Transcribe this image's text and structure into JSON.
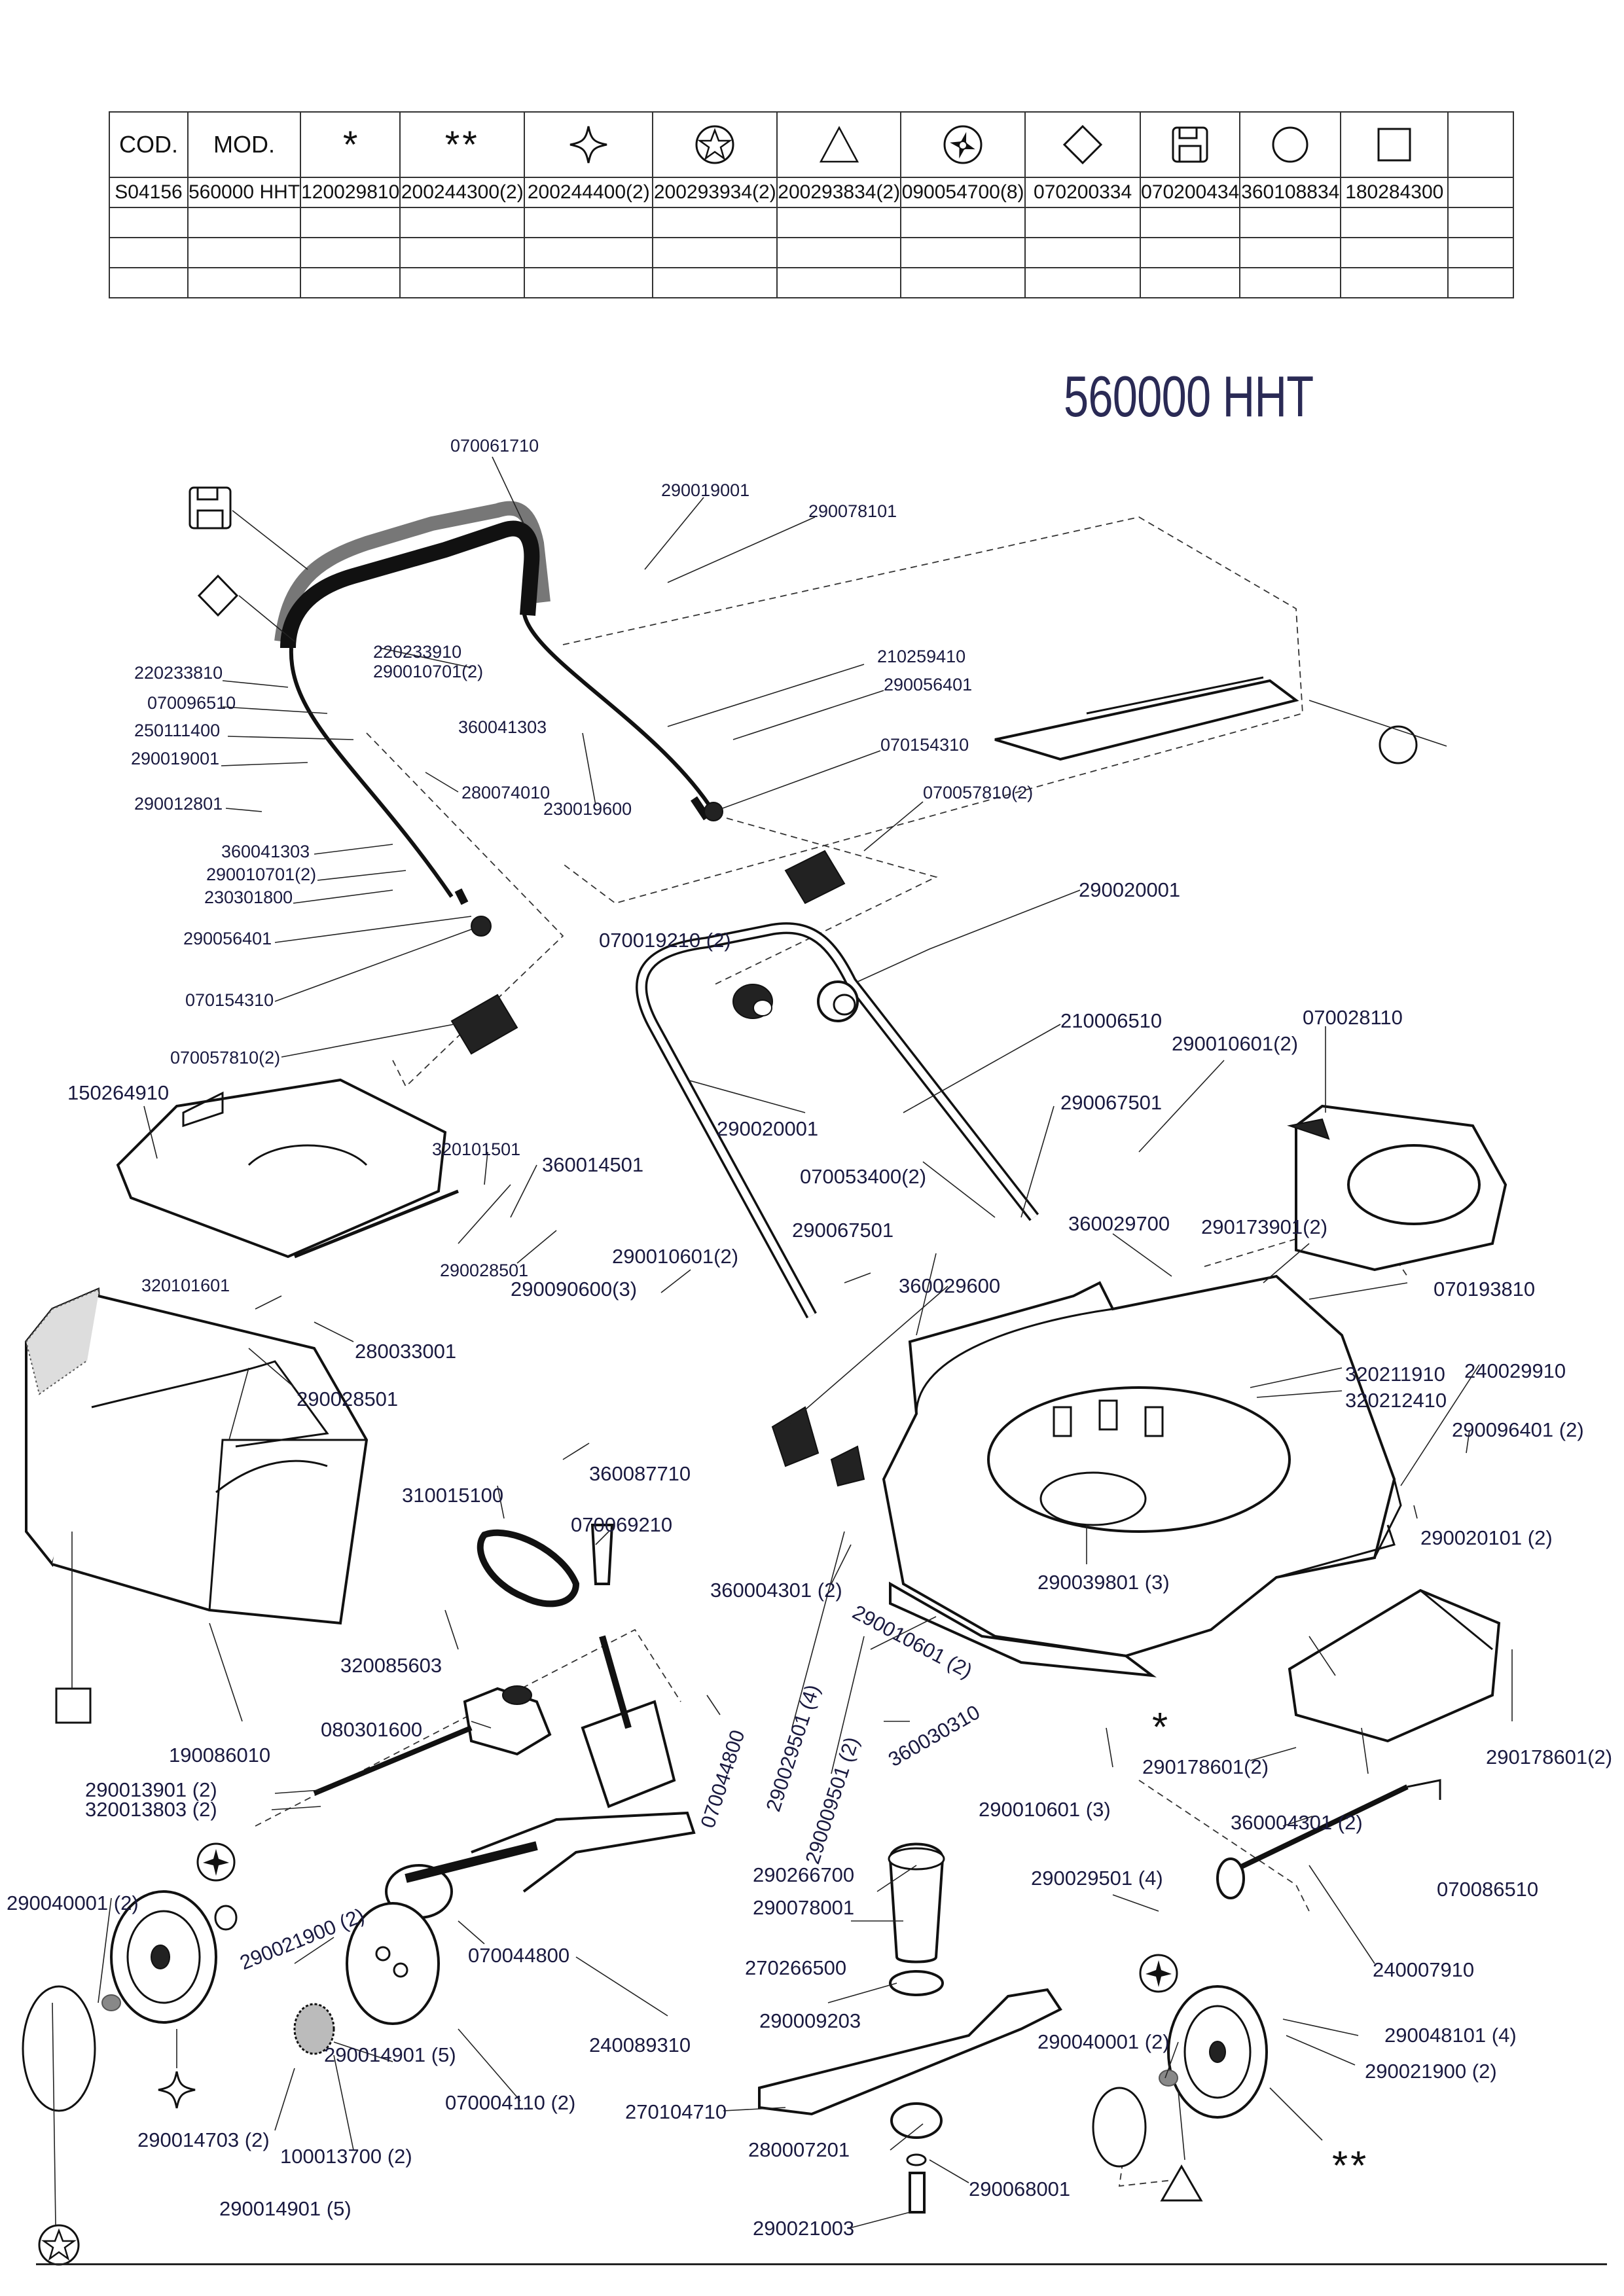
{
  "table": {
    "header": [
      {
        "text": "COD.",
        "icon": null
      },
      {
        "text": "MOD.",
        "icon": null
      },
      {
        "text": "*",
        "icon": "asterisk-icon"
      },
      {
        "text": "**",
        "icon": "double-asterisk-icon"
      },
      {
        "text": "",
        "icon": "four-point-star-icon"
      },
      {
        "text": "",
        "icon": "star-in-circle-icon"
      },
      {
        "text": "",
        "icon": "triangle-icon"
      },
      {
        "text": "",
        "icon": "hub-cap-icon"
      },
      {
        "text": "",
        "icon": "diamond-icon"
      },
      {
        "text": "",
        "icon": "floppy-disk-icon"
      },
      {
        "text": "",
        "icon": "circle-icon"
      },
      {
        "text": "",
        "icon": "square-icon"
      },
      {
        "text": "",
        "icon": null
      }
    ],
    "rows": [
      [
        "S04156",
        "560000 HHT",
        "120029810",
        "200244300(2)",
        "200244400(2)",
        "200293934(2)",
        "200293834(2)",
        "090054700(8)",
        "070200334",
        "070200434",
        "360108834",
        "180284300",
        ""
      ],
      [
        "",
        "",
        "",
        "",
        "",
        "",
        "",
        "",
        "",
        "",
        "",
        "",
        ""
      ],
      [
        "",
        "",
        "",
        "",
        "",
        "",
        "",
        "",
        "",
        "",
        "",
        "",
        ""
      ],
      [
        "",
        "",
        "",
        "",
        "",
        "",
        "",
        "",
        "",
        "",
        "",
        "",
        ""
      ]
    ]
  },
  "model_title": "560000 HHT",
  "labels": [
    {
      "id": "l1",
      "text": "070061710"
    },
    {
      "id": "l2",
      "text": "290019001"
    },
    {
      "id": "l3",
      "text": "290078101"
    },
    {
      "id": "l4",
      "text": "220233810"
    },
    {
      "id": "l5",
      "text": "220233910"
    },
    {
      "id": "l6",
      "text": "290010701(2)"
    },
    {
      "id": "l7",
      "text": "070096510"
    },
    {
      "id": "l8",
      "text": "250111400"
    },
    {
      "id": "l9",
      "text": "290019001"
    },
    {
      "id": "l10",
      "text": "290012801"
    },
    {
      "id": "l11",
      "text": "360041303"
    },
    {
      "id": "l12",
      "text": "280074010"
    },
    {
      "id": "l13",
      "text": "230019600"
    },
    {
      "id": "l14",
      "text": "210259410"
    },
    {
      "id": "l15",
      "text": "290056401"
    },
    {
      "id": "l16",
      "text": "070154310"
    },
    {
      "id": "l17",
      "text": "070057810(2)"
    },
    {
      "id": "l18",
      "text": "360041303"
    },
    {
      "id": "l19",
      "text": "290010701(2)"
    },
    {
      "id": "l20",
      "text": "230301800"
    },
    {
      "id": "l21",
      "text": "290056401"
    },
    {
      "id": "l22",
      "text": "070154310"
    },
    {
      "id": "l23",
      "text": "070057810(2)"
    },
    {
      "id": "l24",
      "text": "290020001"
    },
    {
      "id": "l25",
      "text": "070019210 (2)"
    },
    {
      "id": "l26",
      "text": "210006510"
    },
    {
      "id": "l27",
      "text": "070028110"
    },
    {
      "id": "l28",
      "text": "290010601(2)"
    },
    {
      "id": "l29",
      "text": "150264910"
    },
    {
      "id": "l30",
      "text": "320101501"
    },
    {
      "id": "l31",
      "text": "360014501"
    },
    {
      "id": "l32",
      "text": "290020001"
    },
    {
      "id": "l33",
      "text": "290067501"
    },
    {
      "id": "l34",
      "text": "070053400(2)"
    },
    {
      "id": "l35",
      "text": "360029700"
    },
    {
      "id": "l36",
      "text": "290173901(2)"
    },
    {
      "id": "l37",
      "text": "070193810"
    },
    {
      "id": "l38",
      "text": "290028501"
    },
    {
      "id": "l39",
      "text": "290090600(3)"
    },
    {
      "id": "l40",
      "text": "290010601(2)"
    },
    {
      "id": "l41",
      "text": "290067501"
    },
    {
      "id": "l42",
      "text": "360029600"
    },
    {
      "id": "l43",
      "text": "320101601"
    },
    {
      "id": "l44",
      "text": "280033001"
    },
    {
      "id": "l45",
      "text": "290028501"
    },
    {
      "id": "l46",
      "text": "320211910"
    },
    {
      "id": "l47",
      "text": "320212410"
    },
    {
      "id": "l48",
      "text": "240029910"
    },
    {
      "id": "l49",
      "text": "290096401 (2)"
    },
    {
      "id": "l50",
      "text": "360087710"
    },
    {
      "id": "l51",
      "text": "310015100"
    },
    {
      "id": "l52",
      "text": "070069210"
    },
    {
      "id": "l53",
      "text": "290020101 (2)"
    },
    {
      "id": "l54",
      "text": "360004301 (2)"
    },
    {
      "id": "l55",
      "text": "290039801 (3)"
    },
    {
      "id": "l56",
      "text": "320085603"
    },
    {
      "id": "l57",
      "text": "290010601 (2)"
    },
    {
      "id": "l58",
      "text": "080301600"
    },
    {
      "id": "l59",
      "text": "360030310"
    },
    {
      "id": "l60",
      "text": "190086010"
    },
    {
      "id": "l61",
      "text": "290013901 (2)"
    },
    {
      "id": "l62",
      "text": "320013803 (2)"
    },
    {
      "id": "l63",
      "text": "070044800"
    },
    {
      "id": "l64",
      "text": "290029501 (4)"
    },
    {
      "id": "l65",
      "text": "290009501 (2)"
    },
    {
      "id": "l66",
      "text": "290178601(2)"
    },
    {
      "id": "l67",
      "text": "290178601(2)"
    },
    {
      "id": "l68",
      "text": "290010601 (3)"
    },
    {
      "id": "l69",
      "text": "360004301 (2)"
    },
    {
      "id": "l70",
      "text": "290040001 (2)"
    },
    {
      "id": "l71",
      "text": "290021900 (2)"
    },
    {
      "id": "l72",
      "text": "290266700"
    },
    {
      "id": "l73",
      "text": "290078001"
    },
    {
      "id": "l74",
      "text": "290029501 (4)"
    },
    {
      "id": "l75",
      "text": "070086510"
    },
    {
      "id": "l76",
      "text": "070044800"
    },
    {
      "id": "l77",
      "text": "240089310"
    },
    {
      "id": "l78",
      "text": "270266500"
    },
    {
      "id": "l79",
      "text": "240007910"
    },
    {
      "id": "l80",
      "text": "290009203"
    },
    {
      "id": "l81",
      "text": "290048101 (4)"
    },
    {
      "id": "l82",
      "text": "290014901 (5)"
    },
    {
      "id": "l83",
      "text": "290040001 (2)"
    },
    {
      "id": "l84",
      "text": "290021900 (2)"
    },
    {
      "id": "l85",
      "text": "070004110 (2)"
    },
    {
      "id": "l86",
      "text": "270104710"
    },
    {
      "id": "l87",
      "text": "290014703 (2)"
    },
    {
      "id": "l88",
      "text": "100013700 (2)"
    },
    {
      "id": "l89",
      "text": "280007201"
    },
    {
      "id": "l90",
      "text": "290068001"
    },
    {
      "id": "l91",
      "text": "290014901 (5)"
    },
    {
      "id": "l92",
      "text": "290021003"
    }
  ],
  "symbols": {
    "asterisk": "*",
    "double_asterisk": "**"
  }
}
